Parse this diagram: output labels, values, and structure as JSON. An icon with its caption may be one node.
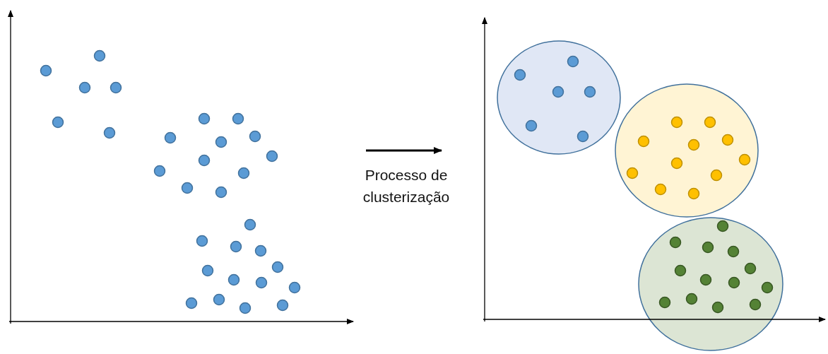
{
  "diagram": {
    "nodes": [
      {
        "text": [],
        "shape": "plot"
      },
      {
        "text": [],
        "shape": "plot"
      }
    ],
    "edges": [
      {
        "from": 0,
        "to": 1,
        "arrow": "to",
        "label": "Processo de clusterização"
      }
    ]
  }
}
